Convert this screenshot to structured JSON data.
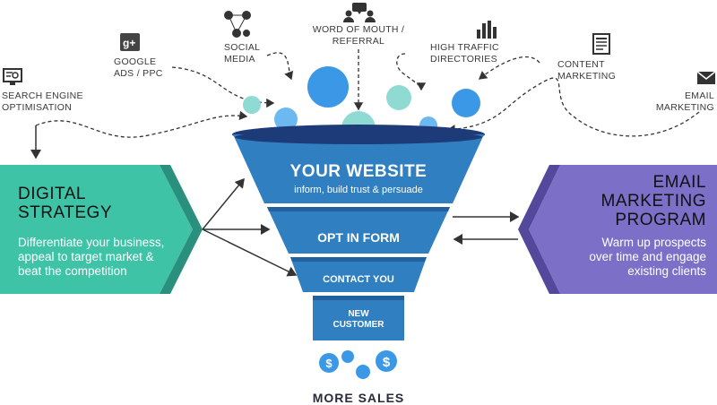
{
  "sources": {
    "seo": "SEARCH ENGINE\nOPTIMISATION",
    "google_ads": "GOOGLE\nADS / PPC",
    "social": "SOCIAL\nMEDIA",
    "word_of_mouth": "WORD OF MOUTH /\nREFERRAL",
    "directories": "HIGH TRAFFIC\nDIRECTORIES",
    "content": "CONTENT\nMARKETING",
    "email": "EMAIL\nMARKETING"
  },
  "icons": {
    "seo": "monitor-search-icon",
    "google_ads": "google-plus-icon",
    "social": "social-network-icon",
    "word_of_mouth": "people-chat-icon",
    "directories": "bar-chart-icon",
    "content": "document-icon",
    "email": "envelope-icon"
  },
  "digital": {
    "title": "DIGITAL\nSTRATEGY",
    "desc": "Differentiate your business,\nappeal to target market &\nbeat the competition"
  },
  "email_program": {
    "title": "EMAIL\nMARKETING\nPROGRAM",
    "desc": "Warm up prospects\nover time and engage\nexisting clients"
  },
  "funnel": {
    "website": "YOUR WEBSITE",
    "website_sub": "inform, build trust & persuade",
    "optin": "OPT IN FORM",
    "contact": "CONTACT YOU",
    "customer": "NEW\nCUSTOMER"
  },
  "coin_symbol": "$",
  "more_sales": "MORE SALES",
  "colors": {
    "teal": "#3ec3a7",
    "purple": "#7b6fc8",
    "funnel_blue": "#2f7fc1",
    "funnel_dark": "#1d3b78",
    "bubble_blue": "#3a98e6",
    "bubble_teal": "#8fdad3"
  }
}
